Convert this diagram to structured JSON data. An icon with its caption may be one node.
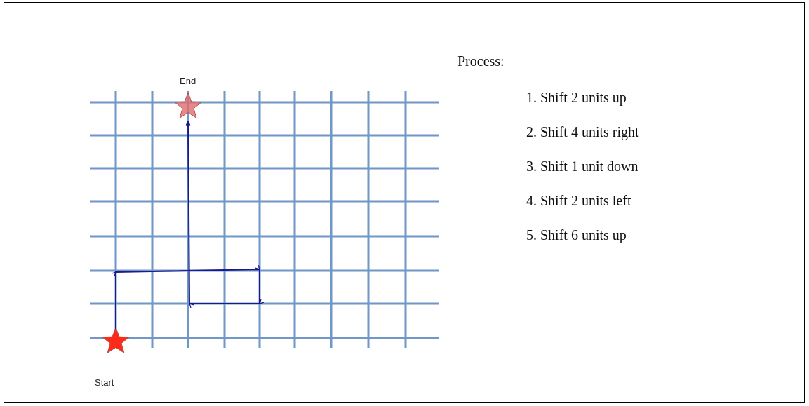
{
  "diagram": {
    "nodes": [
      {
        "text": [],
        "shape": "star",
        "beside": [
          "Start"
        ]
      },
      {
        "text": [],
        "shape": "star",
        "beside": [
          "End"
        ]
      }
    ],
    "edges": [
      {
        "from": 0,
        "to": 1,
        "arrow": "to"
      }
    ],
    "labels": [
      "Process:",
      "1. Shift 2 units up",
      "2. Shift 4 units right",
      "3. Shift 1 unit down",
      "4. Shift 2 units left",
      "5. Shift 6 units up"
    ]
  }
}
